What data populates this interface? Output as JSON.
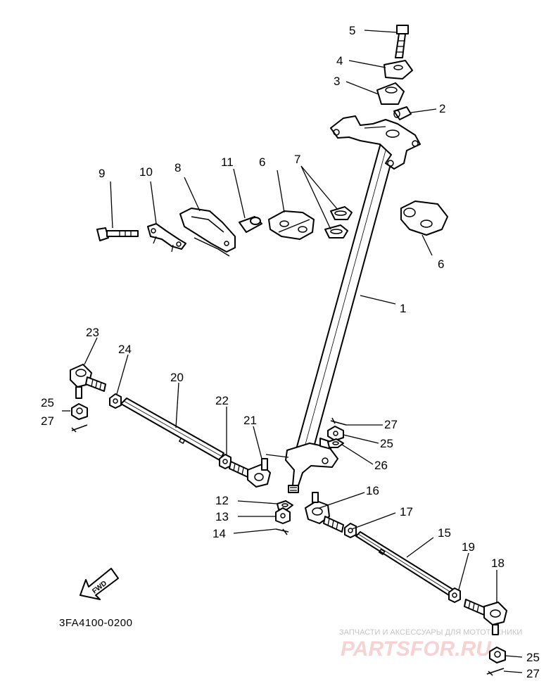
{
  "diagram": {
    "drawing_code": "3FA4100-0200",
    "fwd_label": "FWD",
    "watermark": {
      "caption": "ЗАПЧАСТИ И АКСЕССУАРЫ ДЛЯ МОТОТЕХНИКИ",
      "brand": "PARTSFOR.RU"
    },
    "callouts": [
      {
        "id": "c1",
        "text": "1"
      },
      {
        "id": "c2",
        "text": "2"
      },
      {
        "id": "c3",
        "text": "3"
      },
      {
        "id": "c4",
        "text": "4"
      },
      {
        "id": "c5",
        "text": "5"
      },
      {
        "id": "c6a",
        "text": "6"
      },
      {
        "id": "c6b",
        "text": "6"
      },
      {
        "id": "c7",
        "text": "7"
      },
      {
        "id": "c8",
        "text": "8"
      },
      {
        "id": "c9",
        "text": "9"
      },
      {
        "id": "c10",
        "text": "10"
      },
      {
        "id": "c11",
        "text": "11"
      },
      {
        "id": "c12",
        "text": "12"
      },
      {
        "id": "c13",
        "text": "13"
      },
      {
        "id": "c14",
        "text": "14"
      },
      {
        "id": "c15",
        "text": "15"
      },
      {
        "id": "c16",
        "text": "16"
      },
      {
        "id": "c17",
        "text": "17"
      },
      {
        "id": "c18",
        "text": "18"
      },
      {
        "id": "c19",
        "text": "19"
      },
      {
        "id": "c20",
        "text": "20"
      },
      {
        "id": "c21",
        "text": "21"
      },
      {
        "id": "c22",
        "text": "22"
      },
      {
        "id": "c23",
        "text": "23"
      },
      {
        "id": "c24",
        "text": "24"
      },
      {
        "id": "c25a",
        "text": "25"
      },
      {
        "id": "c25b",
        "text": "25"
      },
      {
        "id": "c25c",
        "text": "25"
      },
      {
        "id": "c26",
        "text": "26"
      },
      {
        "id": "c27a",
        "text": "27"
      },
      {
        "id": "c27b",
        "text": "27"
      },
      {
        "id": "c27c",
        "text": "27"
      }
    ]
  }
}
